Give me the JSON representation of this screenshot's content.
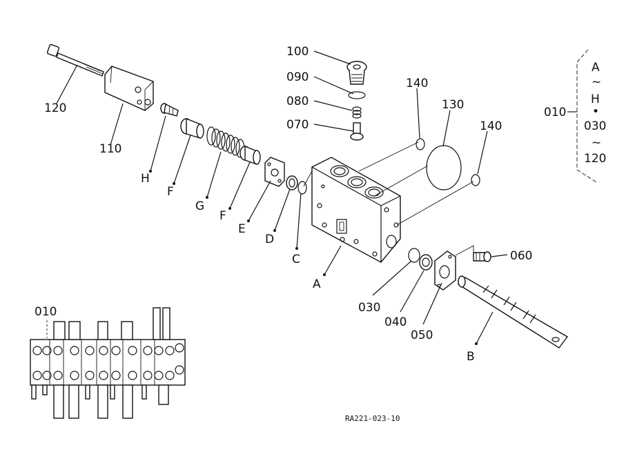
{
  "diagram": {
    "reference": "RA221-023-10",
    "labels": {
      "p100": "100",
      "p090": "090",
      "p080": "080",
      "p070": "070",
      "p120": "120",
      "p110": "110",
      "p140a": "140",
      "p130": "130",
      "p140b": "140",
      "pH": "H",
      "pF1": "F",
      "pG": "G",
      "pF2": "F",
      "pE": "E",
      "pD": "D",
      "pC": "C",
      "pA": "A",
      "p030": "030",
      "p040": "040",
      "p050": "050",
      "p060": "060",
      "pB": "B",
      "overview": "010"
    },
    "bracket": {
      "label": "010",
      "items": [
        "A",
        "~",
        "H",
        "•",
        "030",
        "~",
        "120"
      ]
    }
  }
}
